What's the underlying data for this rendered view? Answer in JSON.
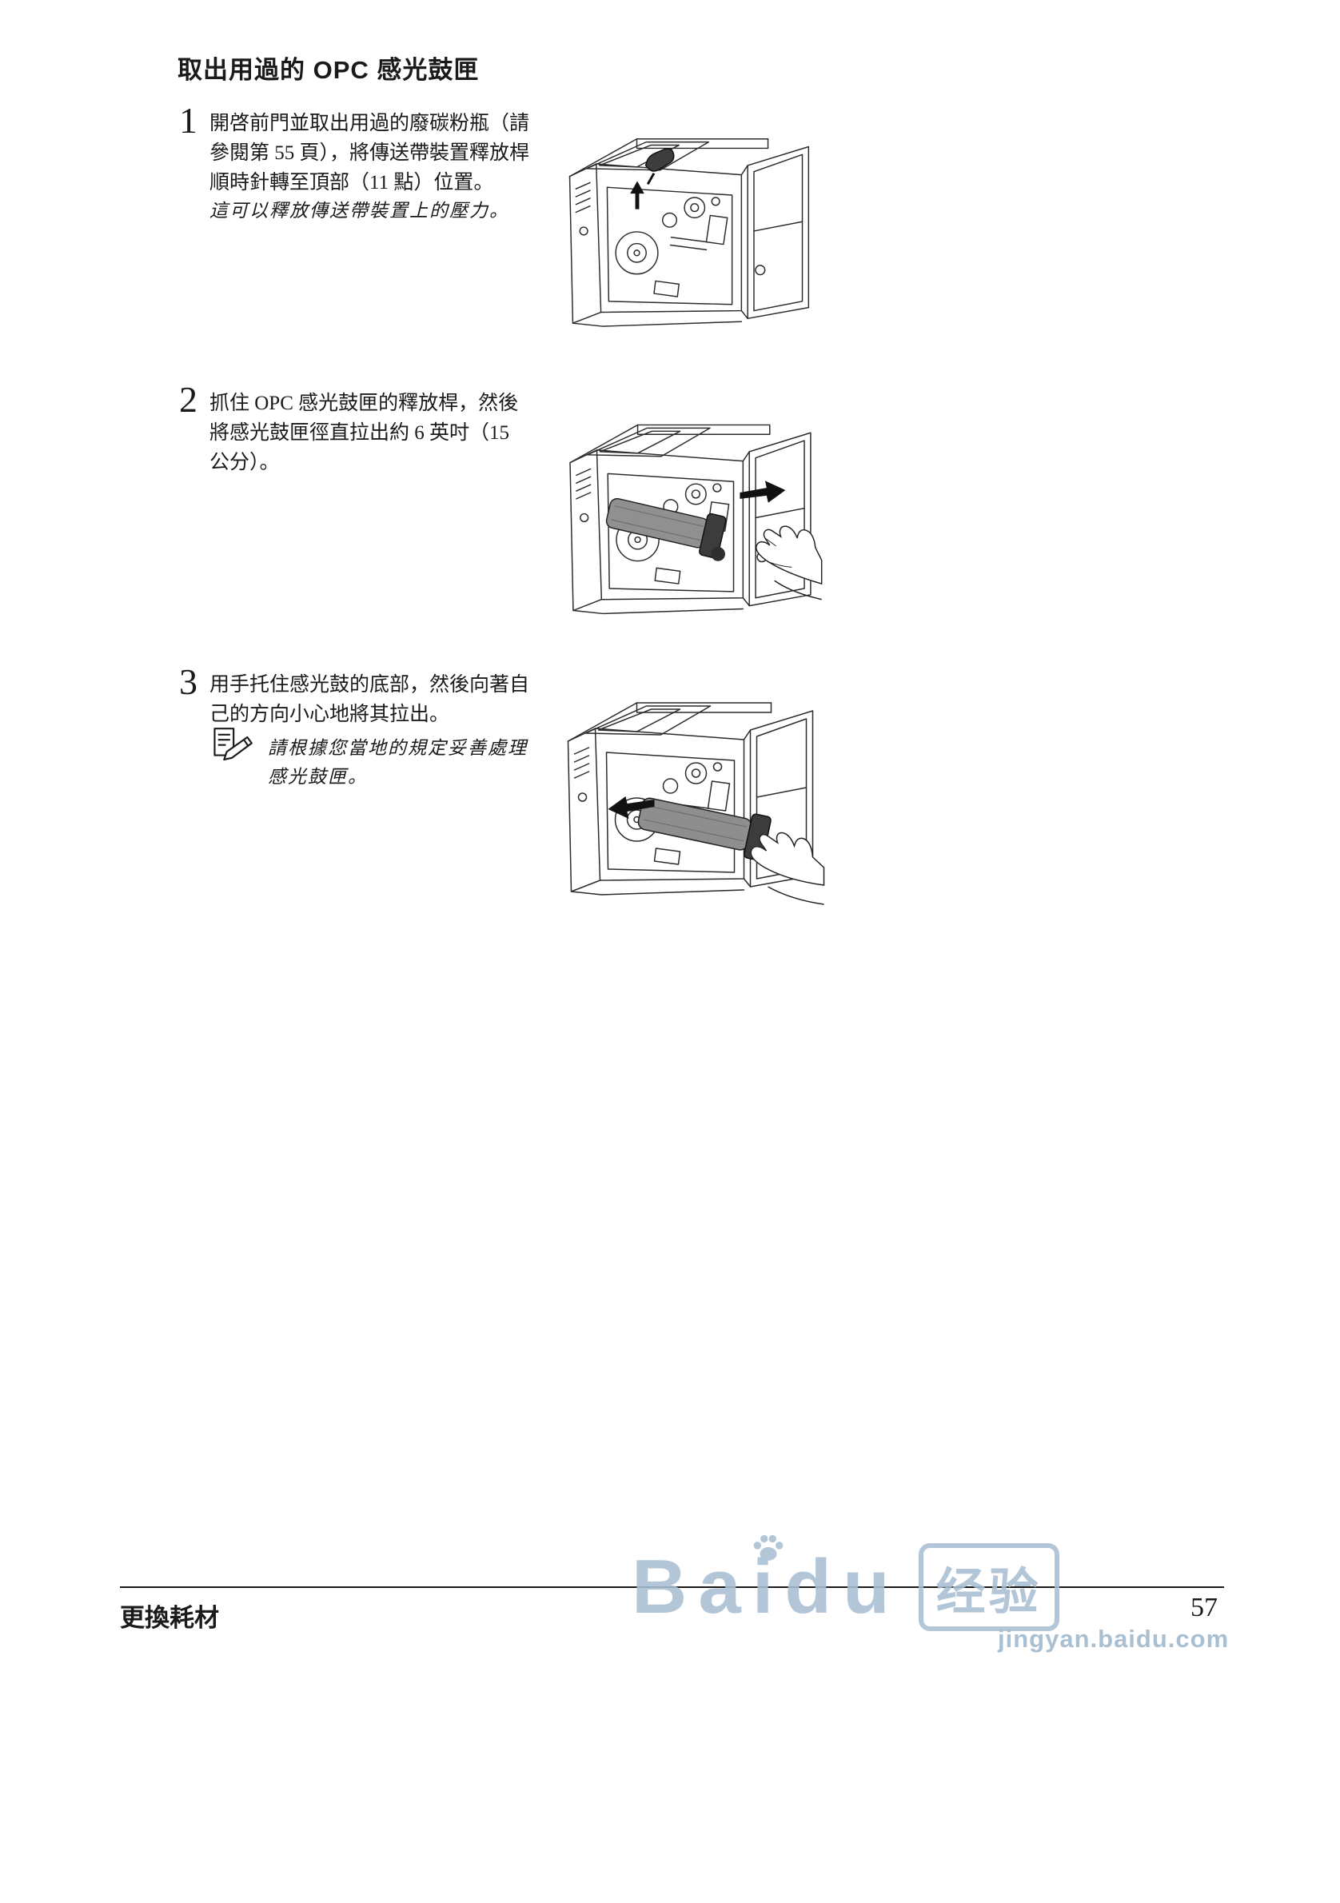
{
  "page": {
    "title": "取出用過的 OPC 感光鼓匣",
    "steps": [
      {
        "number": "1",
        "text": "開啓前門並取出用過的廢碳粉瓶（請參閱第 55 頁），將傳送帶裝置釋放桿順時針轉至頂部（11 點）位置。",
        "note": "這可以釋放傳送帶裝置上的壓力。",
        "figure": "printer-front-door-open-release-lever-illustration"
      },
      {
        "number": "2",
        "text": "抓住 OPC 感光鼓匣的釋放桿，然後將感光鼓匣徑直拉出約 6 英吋（15 公分）。",
        "figure": "hand-pulling-opc-cartridge-illustration"
      },
      {
        "number": "3",
        "text": "用手托住感光鼓的底部，然後向著自己的方向小心地將其拉出。",
        "note": "請根據您當地的規定妥善處理感光鼓匣。",
        "note_icon": "document-pencil-icon",
        "figure": "hand-holding-opc-cartridge-illustration"
      }
    ],
    "footer": {
      "section": "更換耗材",
      "page_number": "57"
    },
    "watermark": {
      "brand": "Baidu",
      "badge": "经验",
      "url": "jingyan.baidu.com",
      "color": "#a9bfd2",
      "paw_icon": "baidu-paw-icon"
    }
  }
}
